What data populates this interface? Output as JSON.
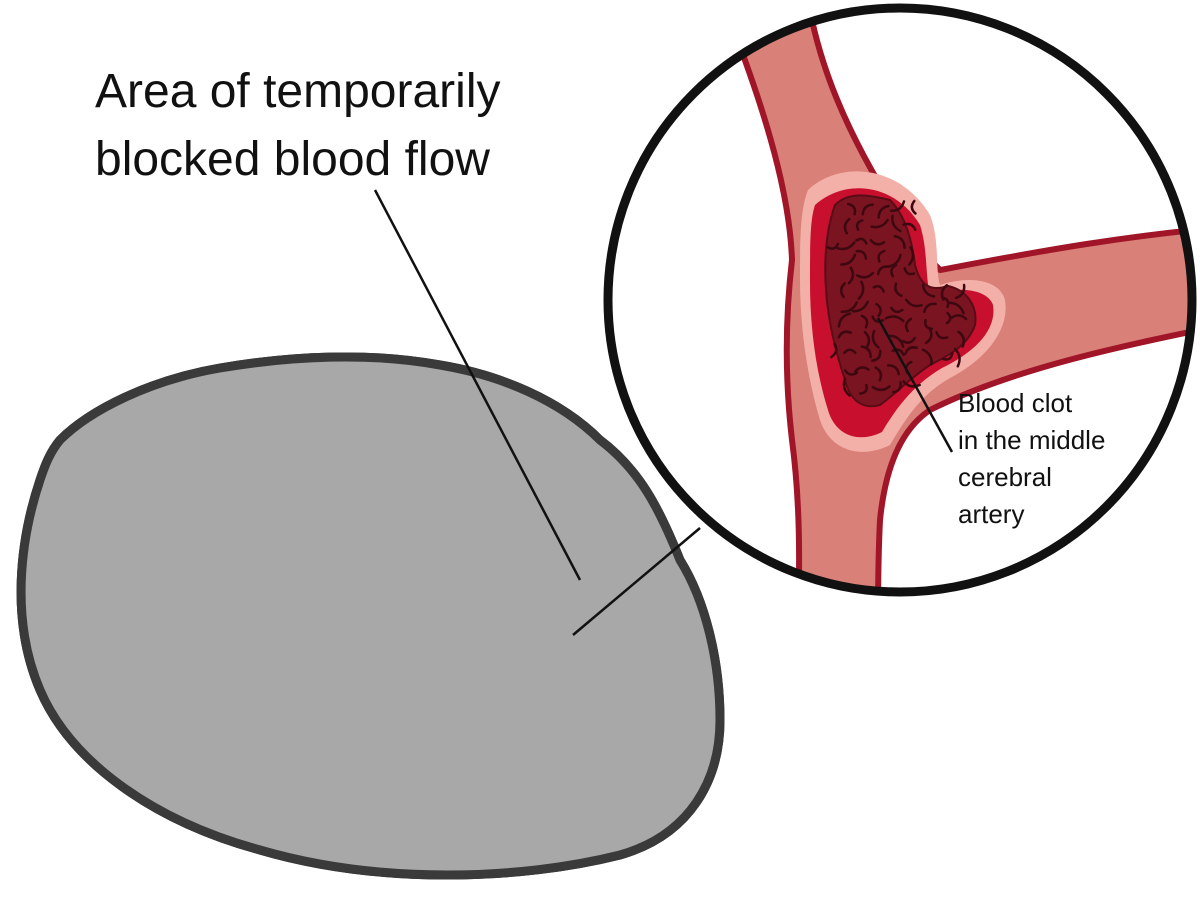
{
  "title": {
    "lines": [
      "Area of temporarily",
      "blocked blood flow"
    ]
  },
  "clot_label": {
    "lines": [
      "Blood clot",
      "in the middle",
      "cerebral",
      "artery"
    ]
  },
  "colors": {
    "brain_fill": "#a8a8a8",
    "brain_outline": "#3a3a3a",
    "gyri": "#5c5c5c",
    "vessel_red": "#c8102e",
    "artery_fill": "#d98078",
    "artery_outline": "#a01528",
    "clot_dark": "#7a1420",
    "clot_mid": "#c8102e",
    "clot_rim": "#f3b0a8",
    "leader": "#111111",
    "lens_ring": "#111111",
    "blocked_area": "#6e6e6e"
  }
}
